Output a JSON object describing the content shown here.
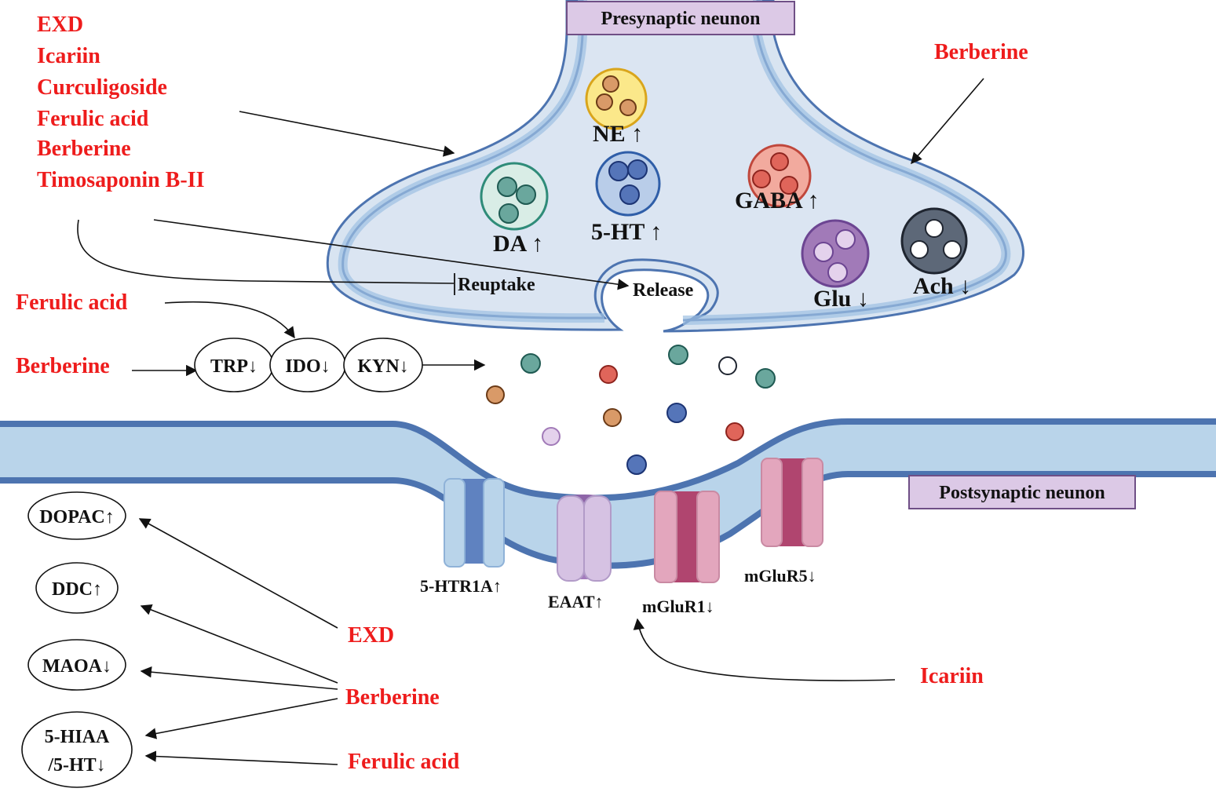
{
  "presynaptic_label": "Presynaptic neunon",
  "postsynaptic_label": "Postsynaptic neunon",
  "reuptake_label": "Reuptake",
  "release_label": "Release",
  "left_compounds": [
    "EXD",
    "Icariin",
    "Curculigoside",
    "Ferulic acid",
    "Berberine",
    "Timosaponin B-II"
  ],
  "berberine_top": "Berberine",
  "vesicles": [
    {
      "label": "NE ↑",
      "color": "#fbe88a",
      "stroke": "#d9a51c",
      "dot": "#d99a68",
      "dot_stroke": "#6b3a16"
    },
    {
      "label": "DA ↑",
      "color": "#d9ede6",
      "stroke": "#2f8c79",
      "dot": "#6aa79d",
      "dot_stroke": "#1f5a52"
    },
    {
      "label": "5-HT ↑",
      "color": "#b9cde9",
      "stroke": "#2f5ea8",
      "dot": "#5575b9",
      "dot_stroke": "#1c3474"
    },
    {
      "label": "GABA ↑",
      "color": "#f2aa9e",
      "stroke": "#c0473c",
      "dot": "#e0655a",
      "dot_stroke": "#8e241e"
    },
    {
      "label": "Glu ↓",
      "color": "#a17ab8",
      "stroke": "#6c4592",
      "dot": "#e4d2ec",
      "dot_stroke": "#6c4592"
    },
    {
      "label": "Ach ↓",
      "color": "#5d6878",
      "stroke": "#1f2530",
      "dot": "#ffffff",
      "dot_stroke": "#1f2530"
    }
  ],
  "kynurenine": {
    "ferulic": "Ferulic acid",
    "berberine": "Berberine",
    "trp": "TRP↓",
    "ido": "IDO↓",
    "kyn": "KYN↓"
  },
  "receptors": [
    "5-HTR1A↑",
    "EAAT↑",
    "mGluR1↓",
    "mGluR5↓"
  ],
  "icariin_bottom": "Icariin",
  "metabolites": [
    "DOPAC↑",
    "DDC↑",
    "MAOA↓",
    "5-HIAA",
    "/5-HT↓"
  ],
  "bottom_compounds": [
    "EXD",
    "Berberine",
    "Ferulic acid"
  ],
  "colors": {
    "compound_red": "#ee1c1c",
    "membrane_fill": "#b9d4ea",
    "membrane_edge": "#4d74b0",
    "label_box": "#dcc9e6"
  }
}
